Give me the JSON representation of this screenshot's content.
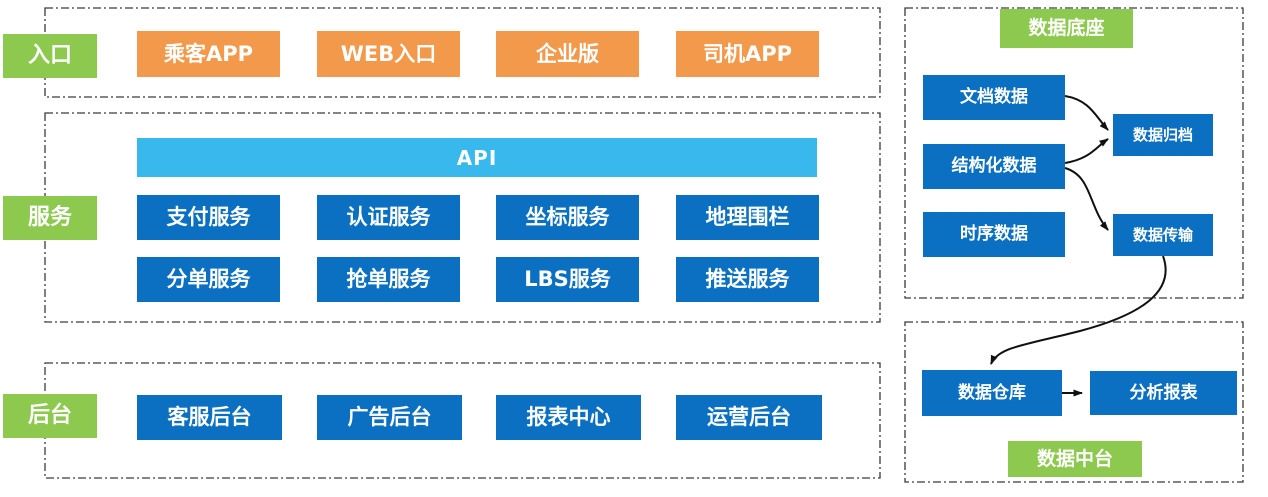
{
  "palette": {
    "green": "#8DC84F",
    "orange": "#F2994B",
    "blue": "#0C70C2",
    "light_blue": "#38B8EC",
    "box_text": "#FFFFFF",
    "line": "#3A3A3A"
  },
  "left": {
    "sections": [
      {
        "label": "入口",
        "items": [
          "乘客APP",
          "WEB入口",
          "企业版",
          "司机APP"
        ]
      },
      {
        "label": "服务",
        "api_label": "API",
        "rows": [
          [
            "支付服务",
            "认证服务",
            "坐标服务",
            "地理围栏"
          ],
          [
            "分单服务",
            "抢单服务",
            "LBS服务",
            "推送服务"
          ]
        ]
      },
      {
        "label": "后台",
        "items": [
          "客服后台",
          "广告后台",
          "报表中心",
          "运营后台"
        ]
      }
    ]
  },
  "right": {
    "data_base": {
      "label": "数据底座",
      "sources": [
        "文档数据",
        "结构化数据",
        "时序数据"
      ],
      "processors": [
        "数据归档",
        "数据传输"
      ]
    },
    "data_platform": {
      "label": "数据中台",
      "nodes": [
        "数据仓库",
        "分析报表"
      ]
    }
  }
}
